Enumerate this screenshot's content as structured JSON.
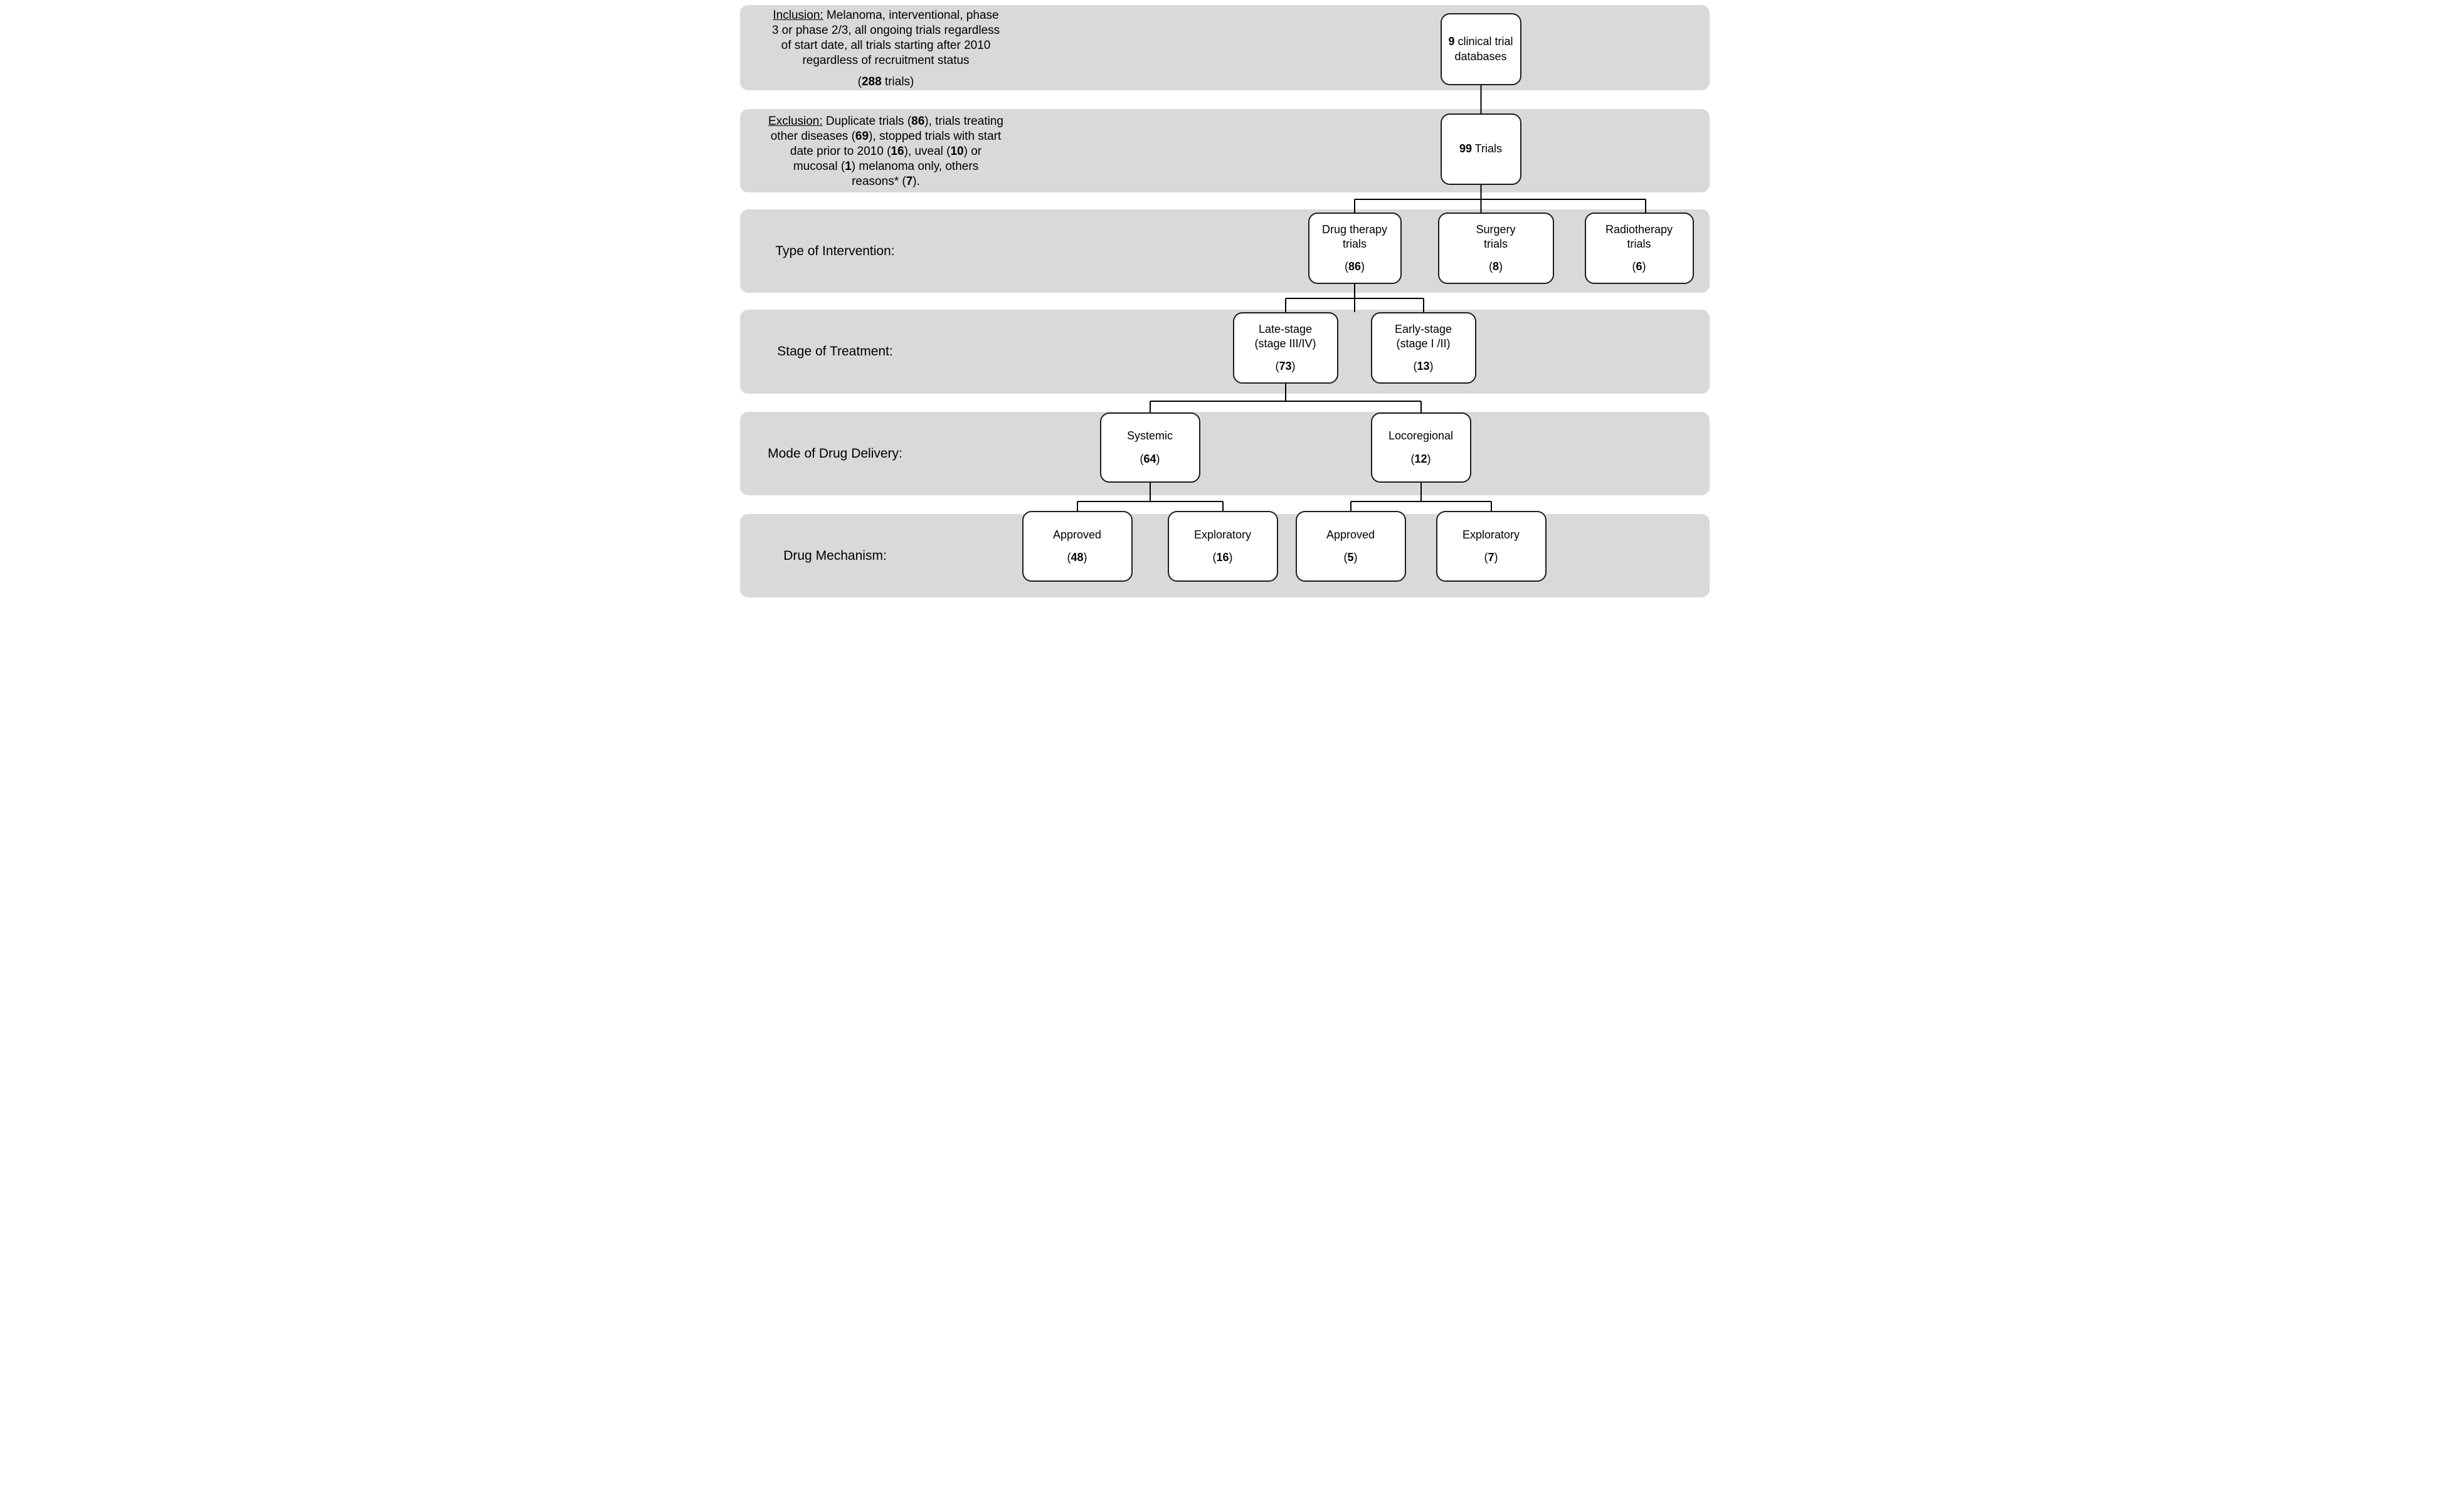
{
  "figure": {
    "kind": "clinical-trial-selection-flow-diagram",
    "colors": {
      "band_background": "#d9d9d9",
      "node_fill": "#ffffff",
      "node_border": "#1c1c1c",
      "connector": "#000000",
      "text": "#000000"
    }
  },
  "inclusion": {
    "lines": [
      [
        {
          "t": "Inclusion:",
          "u": true
        },
        {
          "t": " Melanoma, interventional, phase"
        }
      ],
      [
        {
          "t": "3 or phase 2/3, all ongoing trials regardless"
        }
      ],
      [
        {
          "t": "of start date, all trials starting after 2010"
        }
      ],
      [
        {
          "t": "regardless of recruitment status"
        }
      ]
    ],
    "count_line": [
      [
        {
          "t": "("
        },
        {
          "t": "288",
          "b": true
        },
        {
          "t": " trials)"
        }
      ]
    ]
  },
  "exclusion": {
    "lines": [
      [
        {
          "t": "Exclusion:",
          "u": true
        },
        {
          "t": " Duplicate trials ("
        },
        {
          "t": "86",
          "b": true
        },
        {
          "t": "), trials treating"
        }
      ],
      [
        {
          "t": "other diseases ("
        },
        {
          "t": "69",
          "b": true
        },
        {
          "t": "), stopped trials with start"
        }
      ],
      [
        {
          "t": "date prior to 2010 ("
        },
        {
          "t": "16",
          "b": true
        },
        {
          "t": "), uveal ("
        },
        {
          "t": "10",
          "b": true
        },
        {
          "t": ") or"
        }
      ],
      [
        {
          "t": "mucosal ("
        },
        {
          "t": "1",
          "b": true
        },
        {
          "t": ") melanoma only, others"
        }
      ],
      [
        {
          "t": "reasons* ("
        },
        {
          "t": "7",
          "b": true
        },
        {
          "t": ")."
        }
      ]
    ]
  },
  "bands": [
    {
      "name": "inclusion-criteria",
      "label": ""
    },
    {
      "name": "exclusion-criteria",
      "label": ""
    },
    {
      "name": "type-of-intervention",
      "label": "Type of Intervention:"
    },
    {
      "name": "stage-of-treatment",
      "label": "Stage of Treatment:"
    },
    {
      "name": "mode-of-drug-delivery",
      "label": "Mode of Drug Delivery:"
    },
    {
      "name": "drug-mechanism",
      "label": "Drug Mechanism:"
    }
  ],
  "nodes": {
    "databases": {
      "title": [
        [
          {
            "t": "9",
            "b": true
          },
          {
            "t": " clinical trial"
          }
        ],
        [
          {
            "t": "databases"
          }
        ]
      ]
    },
    "trials_pool": {
      "title": [
        [
          {
            "t": "99",
            "b": true
          },
          {
            "t": " Trials"
          }
        ]
      ]
    },
    "drug_therapy": {
      "title": [
        [
          {
            "t": "Drug therapy"
          }
        ],
        [
          {
            "t": "trials"
          }
        ]
      ],
      "count": [
        [
          {
            "t": "("
          },
          {
            "t": "86",
            "b": true
          },
          {
            "t": ")"
          }
        ]
      ]
    },
    "surgery": {
      "title": [
        [
          {
            "t": "Surgery"
          }
        ],
        [
          {
            "t": "trials"
          }
        ]
      ],
      "count": [
        [
          {
            "t": "("
          },
          {
            "t": "8",
            "b": true
          },
          {
            "t": ")"
          }
        ]
      ]
    },
    "radiotherapy": {
      "title": [
        [
          {
            "t": "Radiotherapy"
          }
        ],
        [
          {
            "t": "trials"
          }
        ]
      ],
      "count": [
        [
          {
            "t": "("
          },
          {
            "t": "6",
            "b": true
          },
          {
            "t": ")"
          }
        ]
      ]
    },
    "late_stage": {
      "title": [
        [
          {
            "t": "Late-stage"
          }
        ],
        [
          {
            "t": "(stage III/IV)"
          }
        ]
      ],
      "count": [
        [
          {
            "t": "("
          },
          {
            "t": "73",
            "b": true
          },
          {
            "t": ")"
          }
        ]
      ]
    },
    "early_stage": {
      "title": [
        [
          {
            "t": "Early-stage"
          }
        ],
        [
          {
            "t": "(stage I /II)"
          }
        ]
      ],
      "count": [
        [
          {
            "t": "("
          },
          {
            "t": "13",
            "b": true
          },
          {
            "t": ")"
          }
        ]
      ]
    },
    "systemic": {
      "title": [
        [
          {
            "t": "Systemic"
          }
        ]
      ],
      "count": [
        [
          {
            "t": "("
          },
          {
            "t": "64",
            "b": true
          },
          {
            "t": ")"
          }
        ]
      ]
    },
    "locoregional": {
      "title": [
        [
          {
            "t": "Locoregional"
          }
        ]
      ],
      "count": [
        [
          {
            "t": "("
          },
          {
            "t": "12",
            "b": true
          },
          {
            "t": ")"
          }
        ]
      ]
    },
    "systemic_approved": {
      "title": [
        [
          {
            "t": "Approved"
          }
        ]
      ],
      "count": [
        [
          {
            "t": "("
          },
          {
            "t": "48",
            "b": true
          },
          {
            "t": ")"
          }
        ]
      ]
    },
    "systemic_exploratory": {
      "title": [
        [
          {
            "t": "Exploratory"
          }
        ]
      ],
      "count": [
        [
          {
            "t": "("
          },
          {
            "t": "16",
            "b": true
          },
          {
            "t": ")"
          }
        ]
      ]
    },
    "locoregional_approved": {
      "title": [
        [
          {
            "t": "Approved"
          }
        ]
      ],
      "count": [
        [
          {
            "t": "("
          },
          {
            "t": "5",
            "b": true
          },
          {
            "t": ")"
          }
        ]
      ]
    },
    "locoregional_exploratory": {
      "title": [
        [
          {
            "t": "Exploratory"
          }
        ]
      ],
      "count": [
        [
          {
            "t": "("
          },
          {
            "t": "7",
            "b": true
          },
          {
            "t": ")"
          }
        ]
      ]
    }
  },
  "edges": [
    [
      "databases",
      "trials_pool"
    ],
    [
      "trials_pool",
      "drug_therapy"
    ],
    [
      "trials_pool",
      "surgery"
    ],
    [
      "trials_pool",
      "radiotherapy"
    ],
    [
      "drug_therapy",
      "late_stage"
    ],
    [
      "drug_therapy",
      "early_stage"
    ],
    [
      "late_stage",
      "systemic"
    ],
    [
      "late_stage",
      "locoregional"
    ],
    [
      "systemic",
      "systemic_approved"
    ],
    [
      "systemic",
      "systemic_exploratory"
    ],
    [
      "locoregional",
      "locoregional_approved"
    ],
    [
      "locoregional",
      "locoregional_exploratory"
    ]
  ]
}
